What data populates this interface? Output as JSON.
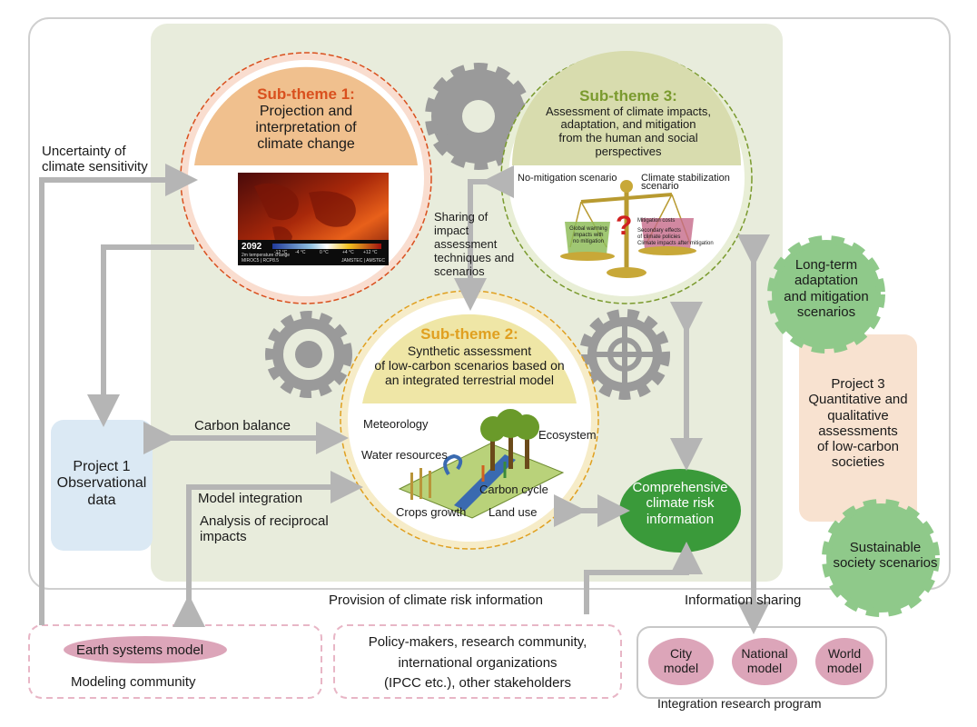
{
  "sub_theme_1": {
    "heading": "Sub-theme 1:",
    "lines": [
      "Projection and",
      "interpretation of",
      "climate change"
    ],
    "map_year": "2092",
    "map_caption": "2m temperature change",
    "map_model": "MIROC5 | RCP8.5",
    "map_credit": "JAMSTEC | AMSTEC",
    "map_scale": [
      "-12 °C",
      "-4 °C",
      "0 °C",
      "+4 °C",
      "+12 °C"
    ]
  },
  "sub_theme_2": {
    "heading": "Sub-theme 2:",
    "lines": [
      "Synthetic assessment",
      "of low-carbon scenarios based on",
      "an integrated terrestrial model"
    ],
    "labels": {
      "meteorology": "Meteorology",
      "water": "Water resources",
      "ecosystem": "Ecosystem",
      "carbon_cycle": "Carbon cycle",
      "crops": "Crops growth",
      "land_use": "Land use"
    }
  },
  "sub_theme_3": {
    "heading": "Sub-theme 3:",
    "lines": [
      "Assessment of climate impacts,",
      "adaptation, and mitigation",
      "from the human and social perspectives"
    ],
    "no_mitigation": "No-mitigation scenario",
    "stabilization": [
      "Climate stabilization",
      "scenario"
    ],
    "left_pan": [
      "Global warming",
      "impacts with",
      "no mitigation"
    ],
    "right_pan": [
      "Mitigation costs",
      "Secondary effects",
      "of climate policies",
      "Climate impacts after mitigation"
    ]
  },
  "sharing": [
    "Sharing of",
    "impact",
    "assessment",
    "techniques and",
    "scenarios"
  ],
  "uncertainty": [
    "Uncertainty of",
    "climate sensitivity"
  ],
  "carbon_balance": "Carbon balance",
  "model_integration": "Model integration",
  "analysis": [
    "Analysis of reciprocal",
    "impacts"
  ],
  "project1": [
    "Project 1",
    "Observational",
    "data"
  ],
  "comprehensive": [
    "Comprehensive",
    "climate risk",
    "information"
  ],
  "long_term": [
    "Long-term",
    "adaptation",
    "and mitigation",
    "scenarios"
  ],
  "project3": [
    "Project 3",
    "Quantitative and",
    "qualitative",
    "assessments",
    "of low-carbon",
    "societies"
  ],
  "sustainable": [
    "Sustainable",
    "society scenarios"
  ],
  "provision": "Provision of climate risk information",
  "info_sharing": "Information sharing",
  "earth_model": "Earth systems model",
  "modeling_community": "Modeling community",
  "policy": [
    "Policy-makers, research community,",
    "international organizations",
    "(IPCC etc.), other stakeholders"
  ],
  "city": [
    "City",
    "model"
  ],
  "national": [
    "National",
    "model"
  ],
  "world": [
    "World",
    "model"
  ],
  "integration_program": "Integration research program",
  "colors": {
    "panel": "#e8ecdc",
    "theme1": "#d9501e",
    "theme2": "#e0a020",
    "theme3": "#7a9a2e",
    "arrow": "#b5b5b5",
    "green_dark": "#3a9a3a",
    "green_light": "#8fc98a",
    "blue_box": "#dbe9f4",
    "peach_box": "#f8e2d0",
    "pink": "#dca5b9"
  }
}
